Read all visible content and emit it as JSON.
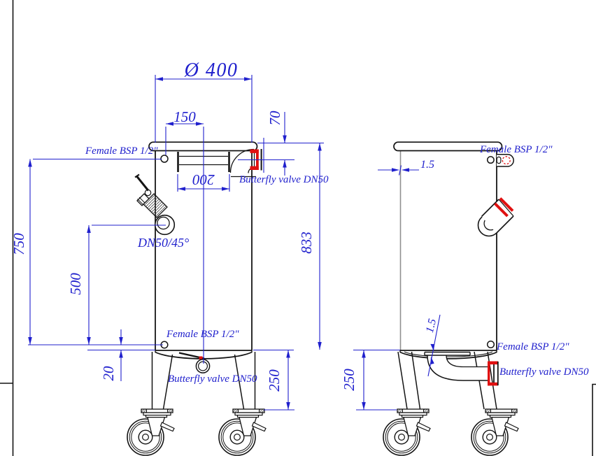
{
  "drawing": {
    "type": "vessel-technical-drawing",
    "colors": {
      "dimension_blue": "#2020cd",
      "highlight_red": "#e01010",
      "outline_black": "#141414",
      "secondary_gray": "#8f8f8f"
    },
    "front_view": {
      "dims": {
        "diameter": "Ø 400",
        "top_port_offset": "150",
        "dip_pipe_length": "200",
        "valve_drop": "70",
        "body_height": "833",
        "top_port_height": "750",
        "side_outlet_height": "500",
        "bottom_port_offset": "20",
        "leg_height": "250"
      },
      "labels": {
        "top_port": "Female BSP 1/2\"",
        "top_valve": "Butterfly valve DN50",
        "side_outlet": "DN50/45°",
        "bottom_port": "Female BSP 1/2\"",
        "bottom_valve": "Butterfly valve DN50"
      }
    },
    "side_view": {
      "dims": {
        "wall_thickness": "1.5",
        "bottom_thickness": "1.5",
        "leg_height": "250"
      },
      "labels": {
        "top_port": "Female BSP 1/2\"",
        "bottom_port": "Female BSP 1/2\"",
        "bottom_valve": "Butterfly valve DN50"
      }
    }
  }
}
